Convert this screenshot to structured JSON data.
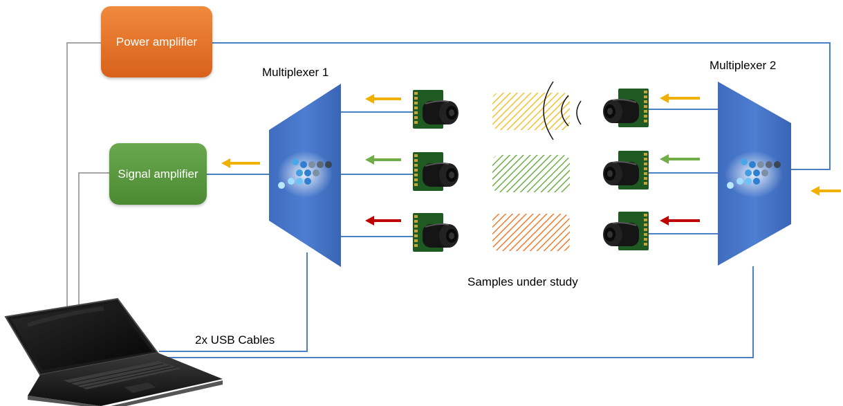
{
  "power_amplifier": {
    "label": "Power amplifier",
    "color": "#e8772e"
  },
  "signal_amplifier": {
    "label": "Signal amplifier",
    "color": "#5e9c43"
  },
  "multiplexer_1": {
    "label": "Multiplexer 1",
    "color": "#4472c4"
  },
  "multiplexer_2": {
    "label": "Multiplexer 2",
    "color": "#4472c4"
  },
  "samples": {
    "label": "Samples under study",
    "items": [
      {
        "name": "sample-1",
        "color": "#f2c12e"
      },
      {
        "name": "sample-2",
        "color": "#70ad47"
      },
      {
        "name": "sample-3",
        "color": "#ed7d31"
      }
    ]
  },
  "cables": {
    "label": "2x USB Cables",
    "data_color": "#4a7fc1",
    "control_color": "#a6a6a6"
  },
  "signal_paths": [
    {
      "name": "path-1",
      "arrow_color": "#f0b000"
    },
    {
      "name": "path-2",
      "arrow_color": "#70ad47"
    },
    {
      "name": "path-3",
      "arrow_color": "#c00000"
    }
  ],
  "icons": {
    "sensor": "ultrasonic-sensor-icon",
    "laptop": "laptop-icon",
    "multiplexer_logo": "dot-network-icon",
    "sound_wave": "sound-wave-icon"
  }
}
